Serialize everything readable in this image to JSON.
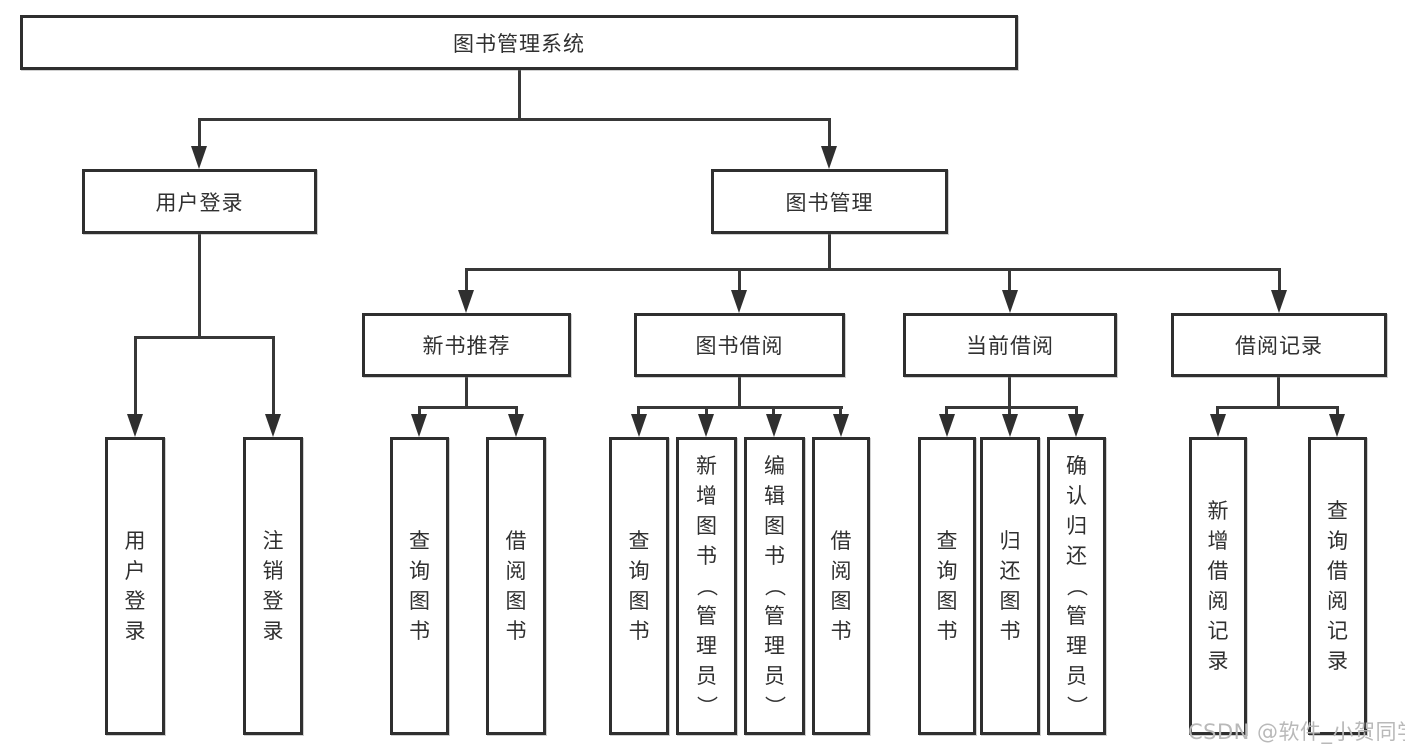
{
  "diagram": {
    "tree": {
      "label": "图书管理系统",
      "children": [
        {
          "label": "用户登录",
          "children": [
            {
              "label": "用户登录"
            },
            {
              "label": "注销登录"
            }
          ]
        },
        {
          "label": "图书管理",
          "children": [
            {
              "label": "新书推荐",
              "children": [
                {
                  "label": "查询图书"
                },
                {
                  "label": "借阅图书"
                }
              ]
            },
            {
              "label": "图书借阅",
              "children": [
                {
                  "label": "查询图书"
                },
                {
                  "label": "新增图书（管理员）"
                },
                {
                  "label": "编辑图书（管理员）"
                },
                {
                  "label": "借阅图书"
                }
              ]
            },
            {
              "label": "当前借阅",
              "children": [
                {
                  "label": "查询图书"
                },
                {
                  "label": "归还图书"
                },
                {
                  "label": "确认归还（管理员）"
                }
              ]
            },
            {
              "label": "借阅记录",
              "children": [
                {
                  "label": "新增借阅记录"
                },
                {
                  "label": "查询借阅记录"
                }
              ]
            }
          ]
        }
      ]
    },
    "colors": {
      "border": "#2f2f2f",
      "line": "#383838",
      "text": "#303030",
      "watermark": "#b9b9b9",
      "background": "#ffffff"
    }
  },
  "watermark": {
    "text": "CSDN @软件_小贺同学"
  }
}
